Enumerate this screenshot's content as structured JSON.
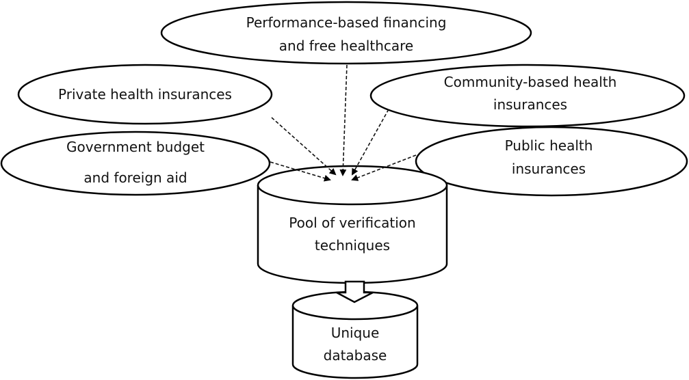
{
  "sources": [
    {
      "id": "performance",
      "lines": [
        "Performance-based financing",
        "and free healthcare"
      ]
    },
    {
      "id": "private",
      "lines": [
        "Private health insurances"
      ]
    },
    {
      "id": "community",
      "lines": [
        "Community-based health",
        "insurances"
      ]
    },
    {
      "id": "government",
      "lines": [
        "Government budget",
        "and foreign aid"
      ]
    },
    {
      "id": "public",
      "lines": [
        "Public health",
        "insurances"
      ]
    }
  ],
  "pool": {
    "lines": [
      "Pool of verification",
      "techniques"
    ]
  },
  "database": {
    "lines": [
      "Unique",
      "database"
    ]
  }
}
